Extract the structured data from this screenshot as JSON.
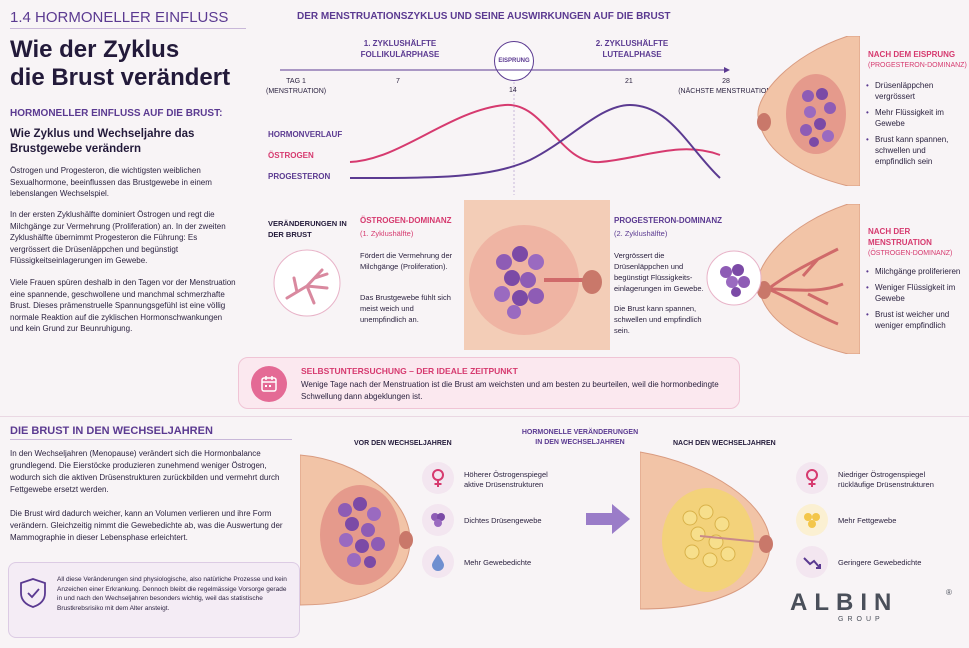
{
  "header": {
    "section": "1.4 HORMONELLER EINFLUSS",
    "title_line1": "Wie der Zyklus",
    "title_line2": "die Brust verändert"
  },
  "left": {
    "heading": "HORMONELLER EINFLUSS AUF DIE BRUST:",
    "subheading": "Wie Zyklus und Wechseljahre das Brustgewebe verändern",
    "p1": "Östrogen und Progesteron, die wichtigsten weiblichen Sexualhormone, beeinflussen das Brustgewebe in einem lebenslangen Wechselspiel.",
    "p2": "In der ersten Zyklushälfte dominiert Östrogen und regt die Milchgänge zur Vermehrung (Proliferation) an. In der zweiten Zyklushälfte übernimmt Progesteron die Führung: Es vergrössert die Drüsenläppchen und begünstigt Flüssigkeitseinlagerungen im Gewebe.",
    "p3": "Viele Frauen spüren deshalb in den Tagen vor der Menstruation eine spannende, geschwollene und manchmal schmerzhafte Brust. Dieses prämenstruelle Spannungsgefühl ist eine völlig normale Reaktion auf die zyklischen Hormonschwankungen und kein Grund zur Beunruhigung."
  },
  "cycle": {
    "title": "DER MENSTRUATIONSZYKLUS UND SEINE AUSWIRKUNGEN AUF DIE BRUST",
    "phase1": "1. ZYKLUSHÄLFTE\nFOLLIKULÄRPHASE",
    "phase1_a": "1. ZYKLUSHÄLFTE",
    "phase1_b": "FOLLIKULÄRPHASE",
    "ovulation": "EISPRUNG",
    "phase2_a": "2. ZYKLUSHÄLFTE",
    "phase2_b": "LUTEALPHASE",
    "day1": "TAG 1",
    "day1_sub": "(MENSTRUATION)",
    "day7": "7",
    "day14": "14",
    "day21": "21",
    "day28": "28",
    "day28_sub": "(NÄCHSTE MENSTRUATION)",
    "legend_hormone": "HORMONVERLAUF",
    "legend_estrogen": "ÖSTROGEN",
    "legend_progesterone": "PROGESTERON",
    "color_estrogen": "#d63a6f",
    "color_progesterone": "#5b3a91"
  },
  "after_ovulation": {
    "title": "NACH DEM EISPRUNG",
    "sub": "(PROGESTERON-DOMINANZ)",
    "items": [
      "Drüsenläppchen vergrössert",
      "Mehr Flüssigkeit im Gewebe",
      "Brust kann spannen, schwellen und empfindlich sein"
    ]
  },
  "after_menstruation": {
    "title": "NACH DER MENSTRUATION",
    "sub": "(ÖSTROGEN-DOMINANZ)",
    "items": [
      "Milchgänge proliferieren",
      "Weniger Flüssigkeit im Gewebe",
      "Brust ist weicher und weniger empfindlich"
    ]
  },
  "changes": {
    "label": "VERÄNDERUNGEN IN DER BRUST",
    "estrogen_title": "ÖSTROGEN-DOMINANZ",
    "estrogen_sub": "(1. Zyklushälfte)",
    "estrogen_p1": "Fördert die Vermehrung der Milchgänge (Proliferation).",
    "estrogen_p2": "Das Brustgewebe fühlt sich meist weich und unempfindlich an.",
    "prog_title": "PROGESTERON-DOMINANZ",
    "prog_sub": "(2. Zyklushälfte)",
    "prog_p1": "Vergrössert die Drüsenläppchen und begünstigt Flüssigkeits-einlagerungen im Gewebe.",
    "prog_p2": "Die Brust kann spannen, schwellen und empfindlich sein."
  },
  "selfcheck": {
    "title": "SELBSTUNTERSUCHUNG – DER IDEALE ZEITPUNKT",
    "text": "Wenige Tage nach der Menstruation ist die Brust am weichsten und am besten zu beurteilen, weil die hormonbedingte Schwellung dann abgeklungen ist.",
    "icon": "calendar-icon"
  },
  "menopause": {
    "heading": "DIE BRUST IN DEN WECHSELJAHREN",
    "p1": "In den Wechseljahren (Menopause) verändert sich die Hormonbalance grundlegend. Die Eierstöcke produzieren zunehmend weniger Östrogen, wodurch sich die aktiven Drüsenstrukturen zurückbilden und vermehrt durch Fettgewebe ersetzt werden.",
    "p2": "Die Brust wird dadurch weicher, kann an Volumen verlieren und ihre Form verändern. Gleichzeitig nimmt die Gewebedichte ab, was die Auswertung der Mammographie in dieser Lebensphase erleichtert.",
    "note": "All diese Veränderungen sind physiologische, also natürliche Prozesse und kein Anzeichen einer Erkrankung. Dennoch bleibt die regelmässige Vorsorge gerade in und nach den Wechseljahren besonders wichtig, weil das statistische Brustkrebsrisiko mit dem Alter ansteigt.",
    "before_label": "VOR DEN WECHSELJAHREN",
    "center_label": "HORMONELLE VERÄNDERUNGEN\nIN DEN WECHSELJAHREN",
    "center_label_a": "HORMONELLE VERÄNDERUNGEN",
    "center_label_b": "IN DEN WECHSELJAHREN",
    "after_label": "NACH DEN WECHSELJAHREN",
    "before_items": [
      {
        "icon": "female-symbol-icon",
        "l1": "Höherer Östrogenspiegel",
        "l2": "aktive Drüsenstrukturen"
      },
      {
        "icon": "gland-cluster-icon",
        "l1": "Dichtes Drüsengewebe",
        "l2": ""
      },
      {
        "icon": "water-drop-icon",
        "l1": "Mehr Gewebedichte",
        "l2": ""
      }
    ],
    "after_items": [
      {
        "icon": "female-symbol-icon",
        "l1": "Niedriger Östrogenspiegel",
        "l2": "rückläufige Drüsenstrukturen"
      },
      {
        "icon": "fat-cells-icon",
        "l1": "Mehr Fettgewebe",
        "l2": ""
      },
      {
        "icon": "trend-down-icon",
        "l1": "Geringere Gewebedichte",
        "l2": ""
      }
    ]
  },
  "logo": {
    "name": "ALBIN",
    "sub": "GROUP",
    "reg": "®"
  }
}
